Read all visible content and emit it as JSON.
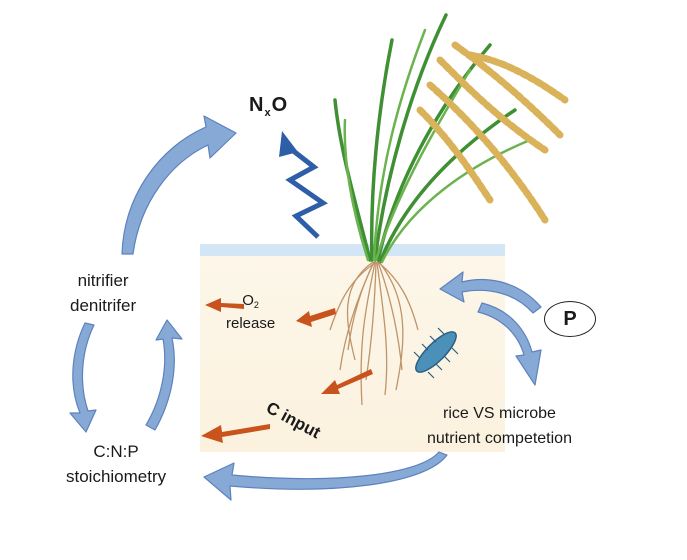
{
  "labels": {
    "nxo_main": "N",
    "nxo_sub": "x",
    "nxo_tail": "O",
    "nitrifier_line1": "nitrifier",
    "nitrifier_line2": "denitrifer",
    "cnp_line1": "C:N:P",
    "cnp_line2": "stoichiometry",
    "o2_main": "O",
    "o2_sub": "2",
    "o2_line2": "release",
    "c_input": "C input",
    "competition_line1": "rice VS microbe",
    "competition_line2": "nutrient competetion",
    "phosphorus": "P"
  },
  "colors": {
    "cycle_arrow": "#87a9d6",
    "cycle_arrow_stroke": "#5d82bd",
    "orange_arrow": "#c8531d",
    "zigzag": "#2f5ea8",
    "soil": "#fdf6e8",
    "water": "#cfe3f3",
    "leaf": "#4a9a3a",
    "grain": "#d9b25a",
    "root": "#b98a5c",
    "microbe": "#4a90b8"
  }
}
